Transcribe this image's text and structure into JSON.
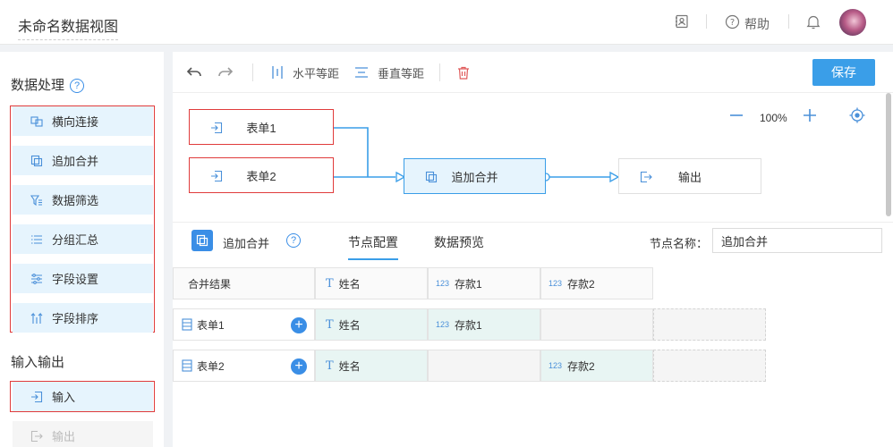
{
  "header": {
    "title": "未命名数据视图",
    "help_label": "帮助"
  },
  "sidebar": {
    "sections": [
      {
        "heading": "数据处理",
        "items": [
          {
            "label": "横向连接",
            "icon": "join-icon"
          },
          {
            "label": "追加合并",
            "icon": "append-icon"
          },
          {
            "label": "数据筛选",
            "icon": "filter-icon"
          },
          {
            "label": "分组汇总",
            "icon": "group-icon"
          },
          {
            "label": "字段设置",
            "icon": "settings-icon"
          },
          {
            "label": "字段排序",
            "icon": "sort-icon"
          }
        ]
      },
      {
        "heading": "输入输出",
        "items": [
          {
            "label": "输入",
            "icon": "input-icon",
            "enabled": true
          },
          {
            "label": "输出",
            "icon": "output-icon",
            "enabled": false
          }
        ]
      }
    ]
  },
  "toolbar": {
    "horizontal_label": "水平等距",
    "vertical_label": "垂直等距",
    "save_label": "保存"
  },
  "canvas": {
    "zoom": "100%",
    "nodes": [
      {
        "label": "表单1",
        "icon": "input-icon"
      },
      {
        "label": "表单2",
        "icon": "input-icon"
      },
      {
        "label": "追加合并",
        "icon": "append-icon"
      },
      {
        "label": "输出",
        "icon": "output-icon"
      }
    ]
  },
  "config": {
    "node_title": "追加合并",
    "tabs": [
      {
        "label": "节点配置",
        "active": true
      },
      {
        "label": "数据预览",
        "active": false
      }
    ],
    "node_name_label": "节点名称：",
    "node_name_value": "追加合并",
    "grid": {
      "merge_header": "合并结果",
      "merge_fields": [
        {
          "type": "T",
          "name": "姓名"
        },
        {
          "type": "123",
          "name": "存款1"
        },
        {
          "type": "123",
          "name": "存款2"
        }
      ],
      "rows": [
        {
          "source": "表单1",
          "fields": [
            {
              "type": "T",
              "name": "姓名"
            },
            {
              "type": "123",
              "name": "存款1"
            }
          ]
        },
        {
          "source": "表单2",
          "fields": [
            {
              "type": "T",
              "name": "姓名"
            },
            {
              "type": "123",
              "name": "存款2"
            }
          ]
        }
      ]
    }
  }
}
